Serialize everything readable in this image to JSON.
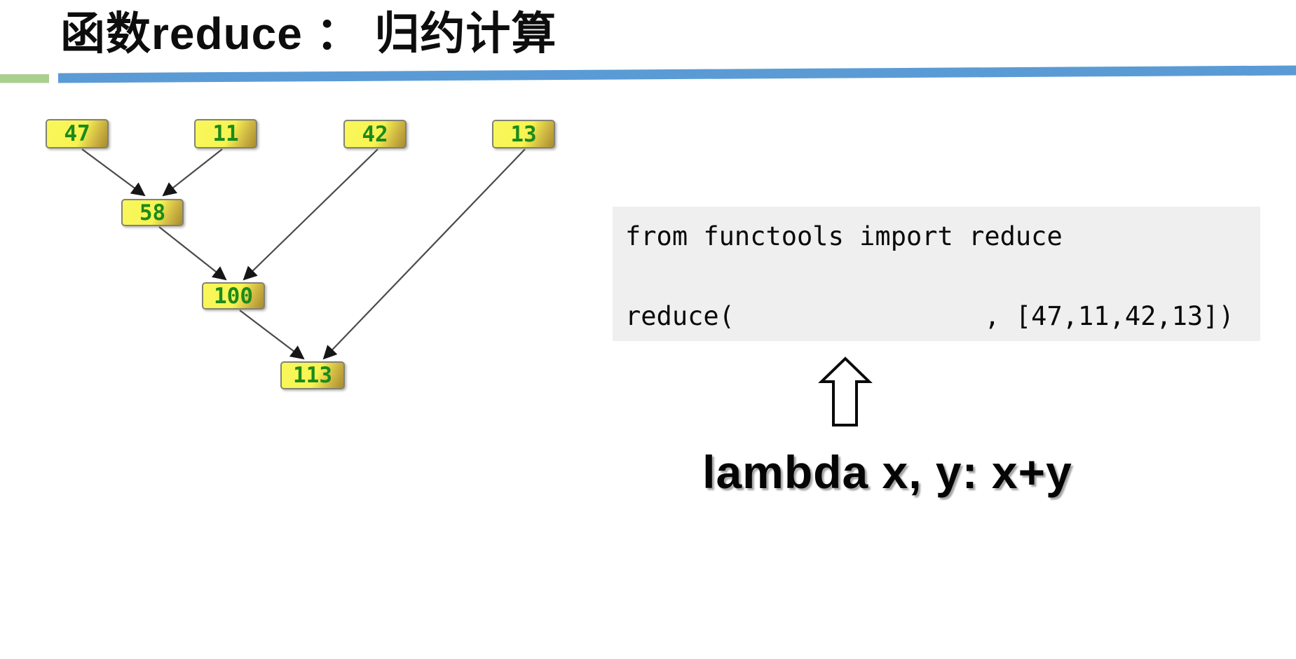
{
  "slide": {
    "title": "函数reduce ： 归约计算"
  },
  "colors": {
    "divider_green": "#a9cf8e",
    "divider_blue": "#5b9bd5",
    "node_fill_light": "#f7f452",
    "node_fill_dark": "#a78b2e",
    "node_text_green": "#1c8a1c",
    "code_background": "#efefef",
    "arrow_stroke": "#4a4a4a"
  },
  "diagram": {
    "nodes": [
      {
        "label": "47"
      },
      {
        "label": "11"
      },
      {
        "label": "42"
      },
      {
        "label": "13"
      },
      {
        "label": "58"
      },
      {
        "label": "100"
      },
      {
        "label": "113"
      }
    ],
    "edges": [
      "47->58",
      "11->58",
      "58->100",
      "42->100",
      "100->113",
      "13->113"
    ]
  },
  "code": {
    "line1": "from functools import reduce",
    "line2": "reduce(                , [47,11,42,13])"
  },
  "annotation": {
    "lambda_label": "lambda x, y: x+y"
  }
}
